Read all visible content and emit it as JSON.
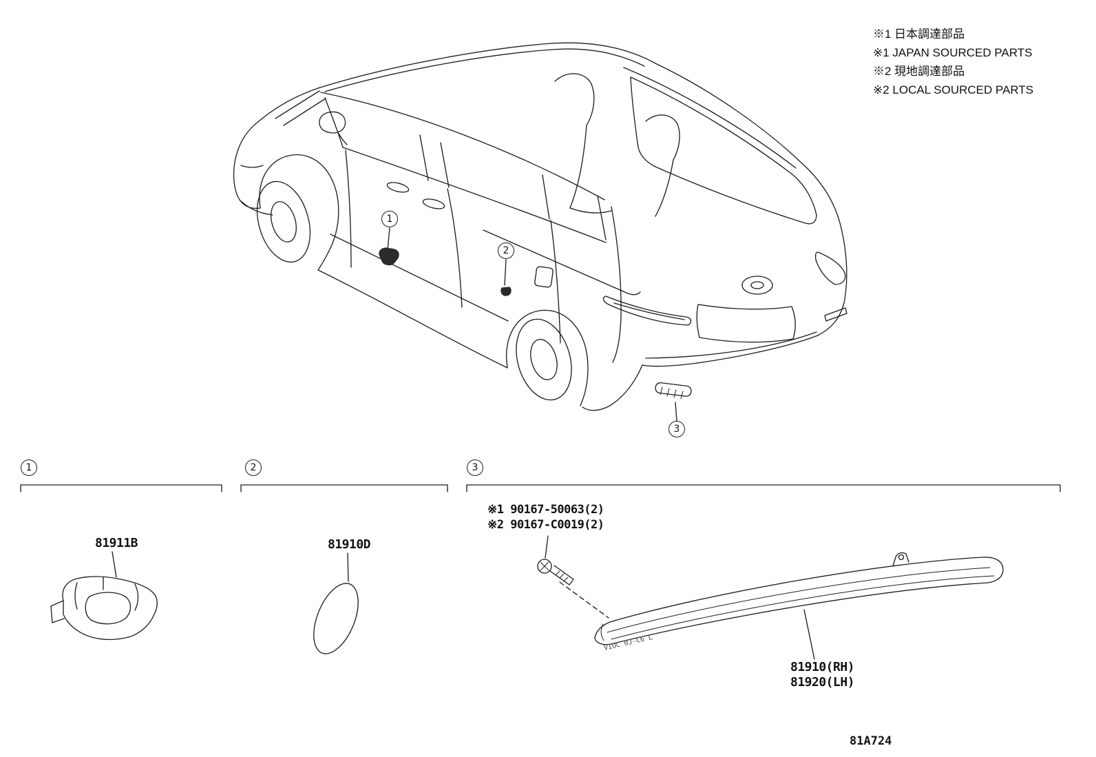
{
  "legend": {
    "lines": [
      "※1 日本調達部品",
      "※1 JAPAN SOURCED PARTS",
      "※2 現地調達部品",
      "※2 LOCAL SOURCED PARTS"
    ]
  },
  "callouts": {
    "one": "1",
    "two": "2",
    "three": "3"
  },
  "group1": {
    "number": "1",
    "part_label": "81911B"
  },
  "group2": {
    "number": "2",
    "part_label": "81910D"
  },
  "group3": {
    "number": "3",
    "screw_labels": [
      "※1 90167-50063(2)",
      "※2 90167-C0019(2)"
    ],
    "part_labels": [
      "81910(RH)",
      "81920(LH)"
    ],
    "strip_marking": "VIOC 0J-C6 L"
  },
  "footer": {
    "diagram_code": "81A724"
  },
  "colors": {
    "line": "#1f1f1f",
    "background": "#ffffff"
  }
}
